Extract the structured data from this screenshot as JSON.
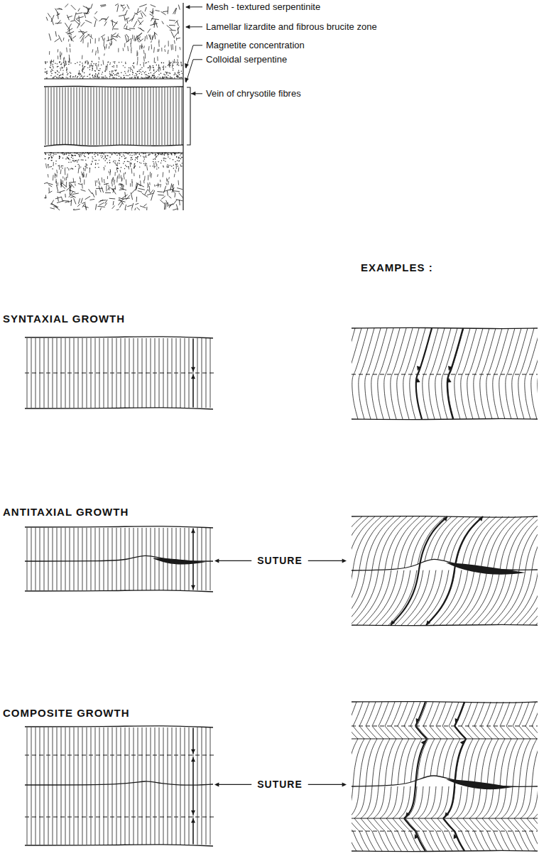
{
  "diagram": {
    "labels": [
      "Mesh - textured serpentinite",
      "Lamellar lizardite and fibrous brucite zone",
      "Magnetite concentration",
      "Colloidal serpentine",
      "Vein of chrysotile fibres",
      "EXAMPLES :",
      "SYNTAXIAL GROWTH",
      "ANTITAXIAL GROWTH",
      "SUTURE",
      "COMPOSITE GROWTH",
      "SUTURE"
    ]
  }
}
